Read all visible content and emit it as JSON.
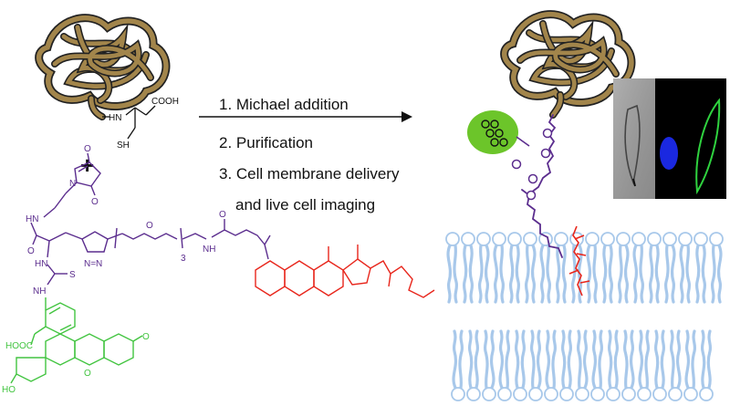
{
  "colors": {
    "protein": "#a2854b",
    "protein_outline": "#222222",
    "linker": "#5b2d8e",
    "fluorescein": "#42c440",
    "cholesterol": "#e8261c",
    "membrane": "#a8c8ea",
    "nucleus": "#1a28e0",
    "membrane_stain": "#2fd23f"
  },
  "steps": [
    "1. Michael addition",
    "2. Purification",
    "3. Cell membrane delivery",
    "and live cell imaging"
  ],
  "plus_sign": "+",
  "cysteine_labels": {
    "cooh": "COOH",
    "hn": "HN",
    "sh": "SH"
  },
  "conjugate_labels": {
    "o1": "O",
    "o2": "O",
    "o3": "O",
    "o4": "O",
    "o5": "O",
    "hn1": "HN",
    "hn2": "HN",
    "nh1": "NH",
    "nh2": "NH",
    "s": "S",
    "n": "N",
    "nn": "N=N",
    "x3": "3"
  },
  "fluorescein_labels": {
    "hooc": "HOOC",
    "ho": "HO",
    "o_ketone": "O",
    "o_ring": "O"
  },
  "icons": [
    "protein-coil-icon",
    "arrow-right-icon",
    "lipid-bilayer-icon",
    "fluorescein-bead-icon",
    "microscopy-image-icon"
  ]
}
